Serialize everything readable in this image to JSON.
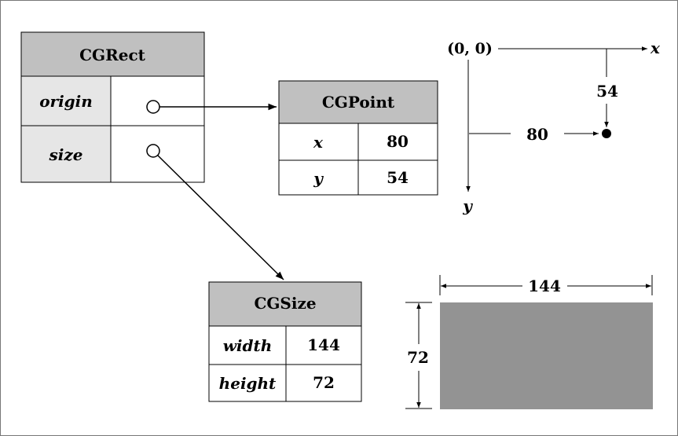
{
  "cgrect": {
    "title": "CGRect",
    "rows": [
      {
        "label": "origin"
      },
      {
        "label": "size"
      }
    ]
  },
  "cgpoint": {
    "title": "CGPoint",
    "rows": [
      {
        "label": "x",
        "value": "80"
      },
      {
        "label": "y",
        "value": "54"
      }
    ]
  },
  "cgsize": {
    "title": "CGSize",
    "rows": [
      {
        "label": "width",
        "value": "144"
      },
      {
        "label": "height",
        "value": "72"
      }
    ]
  },
  "coords": {
    "origin": "(0, 0)",
    "x_axis": "x",
    "y_axis": "y",
    "dx": "80",
    "dy": "54"
  },
  "rect_dims": {
    "width": "144",
    "height": "72"
  },
  "colors": {
    "header_fill": "#c0c0c0",
    "label_fill": "#e6e6e6",
    "rect_fill": "#939393",
    "stroke": "#000000"
  }
}
